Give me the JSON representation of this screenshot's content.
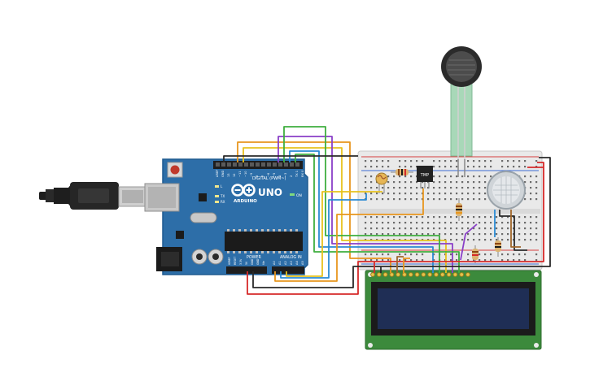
{
  "arduino": {
    "brand": "ARDUINO",
    "model": "UNO",
    "digital_label": "DIGITAL (PWM~)",
    "power_label": "POWER",
    "analog_label": "ANALOG IN",
    "on_label": "ON",
    "tx_label": "TX",
    "rx_label": "RX",
    "l_label": "L",
    "aref_label": "AREF",
    "gnd_label": "GND",
    "digital_pins": [
      "13",
      "12",
      "~11",
      "~10",
      "~9",
      "8",
      "7",
      "~6",
      "~5",
      "4",
      "~3",
      "2",
      "TX 1",
      "RX 0"
    ],
    "power_pins": [
      "IOREF",
      "RESET",
      "3.3V",
      "5V",
      "GND",
      "GND",
      "Vin"
    ],
    "analog_pins": [
      "A0",
      "A1",
      "A2",
      "A3",
      "A4",
      "A5"
    ]
  },
  "components": {
    "sensor_chip_label": "TMP",
    "lcd_pin_count": 16
  },
  "colors": {
    "board": "#2d6ea8",
    "board_edge": "#1f5a8f",
    "breadboard": "#e9e9e9",
    "wire_red": "#d62a2a",
    "wire_black": "#2a2a2a",
    "wire_orange": "#e8961e",
    "wire_green": "#3fae3f",
    "wire_purple": "#8a3fc8",
    "wire_blue": "#2a8ad4",
    "wire_yellow": "#e8c21e",
    "wire_brown": "#a0662a",
    "lcd_pcb": "#3c8a3c",
    "lcd_screen": "#1f2e55"
  }
}
